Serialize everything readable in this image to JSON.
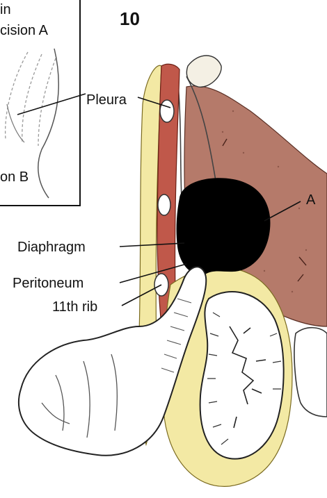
{
  "figure_number": "10",
  "inset": {
    "label_top_line1": "in",
    "label_top_line2": "cision A",
    "label_bottom": "on B"
  },
  "labels": {
    "pleura": "Pleura",
    "a": "A",
    "diaphragm": "Diaphragm",
    "peritoneum": "Peritoneum",
    "rib": "11th rib"
  },
  "colors": {
    "liver": "#b57a6a",
    "muscle": "#c0584a",
    "fat": "#f3e9a4",
    "kidney": "#ffffff",
    "abscess": "#000000",
    "line": "#111111"
  }
}
